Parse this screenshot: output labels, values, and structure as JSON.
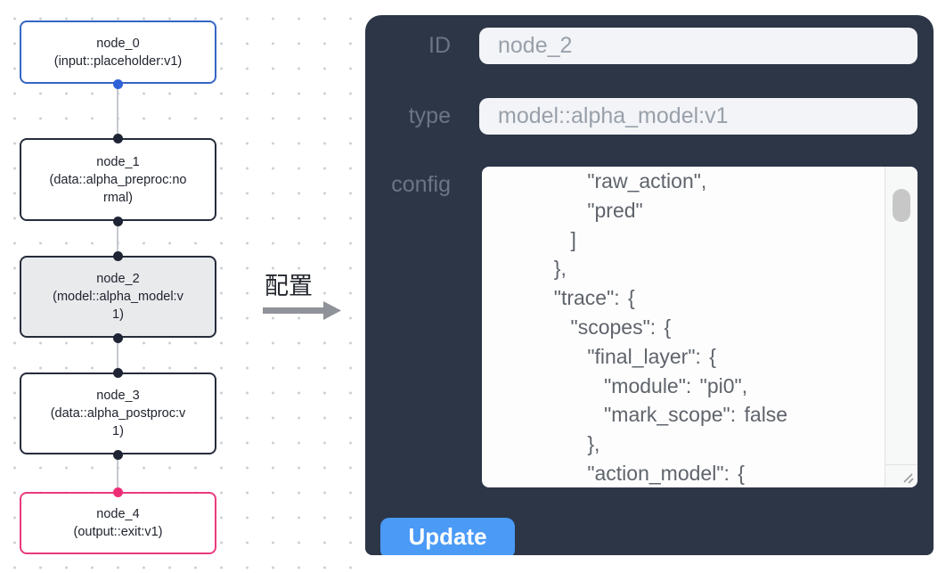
{
  "flow": {
    "nodes": [
      {
        "label": "node_0",
        "type_label": "(input::placeholder:v1)",
        "accent": "#3565c6",
        "selected": false
      },
      {
        "label": "node_1",
        "type_label": "(data::alpha_preproc:normal)",
        "accent": "#262c3c",
        "selected": false
      },
      {
        "label": "node_2",
        "type_label": "(model::alpha_model:v1)",
        "accent": "#262c3c",
        "selected": true
      },
      {
        "label": "node_3",
        "type_label": "(data::alpha_postproc:v1)",
        "accent": "#262c3c",
        "selected": false
      },
      {
        "label": "node_4",
        "type_label": "(output::exit:v1)",
        "accent": "#ea3a7c",
        "selected": false
      }
    ],
    "edge_label": "配置"
  },
  "panel": {
    "fields": [
      {
        "label": "ID",
        "value": "node_2"
      },
      {
        "label": "type",
        "value": "model::alpha_model:v1"
      }
    ],
    "config_label": "config",
    "config_text": "      \"raw_action\",\n      \"pred\"\n    ]\n  },\n  \"trace\": {\n    \"scopes\": {\n      \"final_layer\": {\n        \"module\": \"pi0\",\n        \"mark_scope\": false\n      },\n      \"action_model\": {",
    "update_label": "Update"
  },
  "colors": {
    "panel_bg": "#2d3647",
    "input_bg": "#f2f4f7",
    "input_text": "#99a0aa",
    "label_text": "#6b7585",
    "button_blue": "#4a9af6",
    "node_border_dark": "#262c3c",
    "node_border_blue": "#3565c6",
    "node_border_pink": "#ea3a7c",
    "selected_node_bg": "#e9eaec",
    "port_dot_dark": "#1e2433",
    "port_dot_blue": "#2e62d9",
    "port_dot_pink": "#ed2e77",
    "edge_line": "#c6c9cf",
    "grid_dot": "#ccd0d7",
    "arrow_gray": "#8f9298"
  }
}
